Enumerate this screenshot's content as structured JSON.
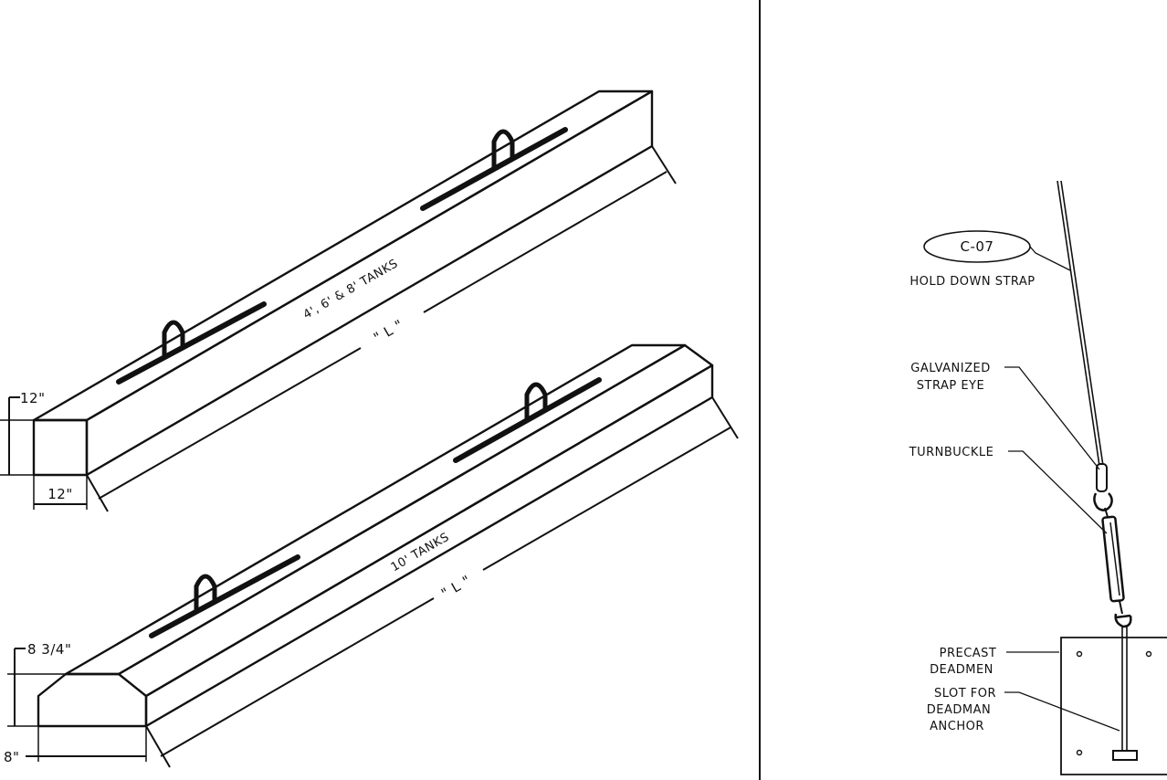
{
  "left": {
    "beam_top": {
      "title": "4', 6' & 8' TANKS",
      "length_label": "\" L \"",
      "height_dim": "12\"",
      "width_dim": "12\""
    },
    "beam_bottom": {
      "title": "10' TANKS",
      "length_label": "\" L \"",
      "height_dim": "8 3/4\"",
      "width_dim": "8\""
    }
  },
  "right": {
    "callout": "C-07",
    "labels": {
      "hold_down_strap": "HOLD DOWN STRAP",
      "strap_eye_1": "GALVANIZED",
      "strap_eye_2": "STRAP EYE",
      "turnbuckle": "TURNBUCKLE",
      "deadmen_1": "PRECAST",
      "deadmen_2": "DEADMEN",
      "slot_1": "SLOT FOR",
      "slot_2": "DEADMAN",
      "slot_3": "ANCHOR"
    }
  }
}
